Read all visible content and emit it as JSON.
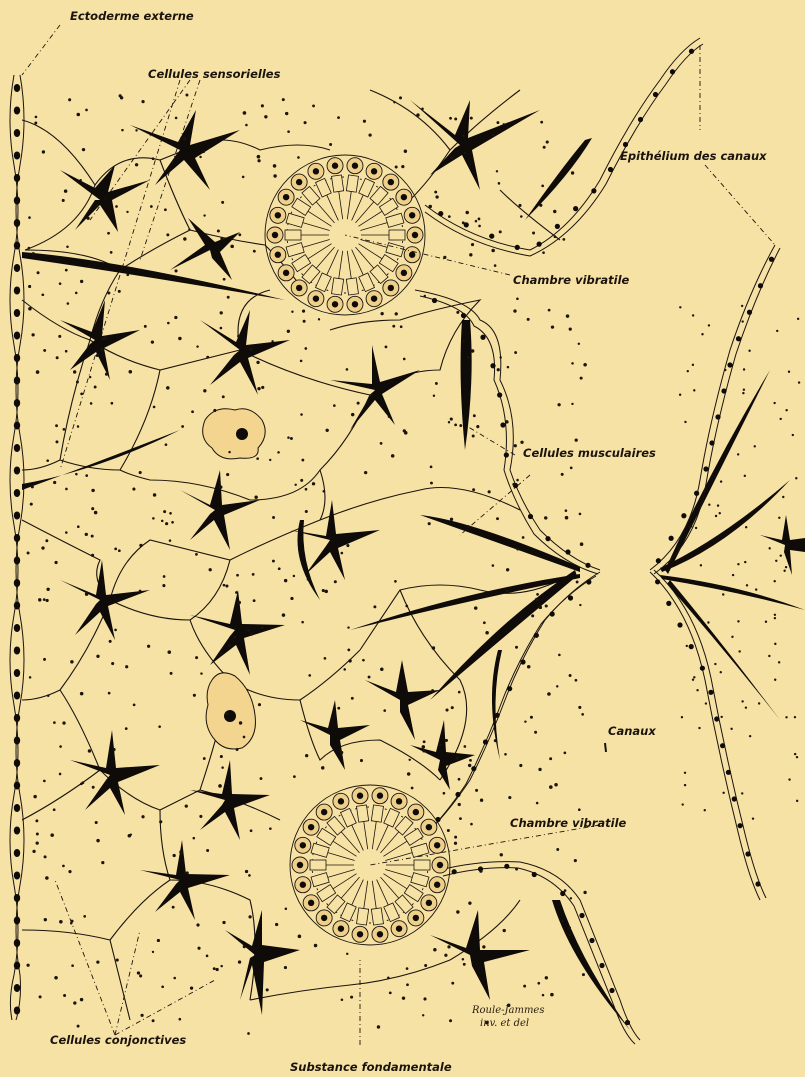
{
  "labels": {
    "ectoderme": "Ectoderme externe",
    "sensorielles": "Cellules sensorielles",
    "epithelium": "Epithélium des canaux",
    "chambre_top": "Chambre vibratile",
    "musculaires": "Cellules musculaires",
    "canaux": "Canaux",
    "chambre_bottom": "Chambre vibratile",
    "conjonctives": "Cellules conjonctives",
    "substance": "Substance fondamentale"
  },
  "signature": {
    "line1": "Roule-Jammes",
    "line2": "inv. et del"
  },
  "colors": {
    "paper": "#f7e2a6",
    "ink": "#0e0b08"
  }
}
